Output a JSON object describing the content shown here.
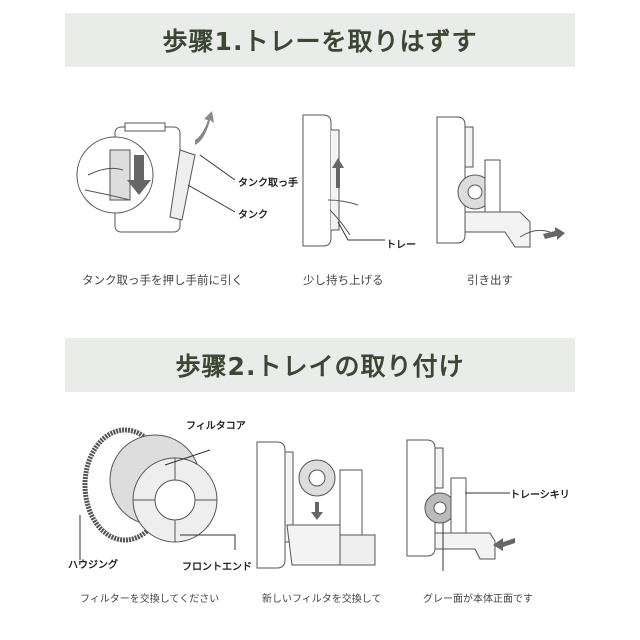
{
  "step1": {
    "title": "歩骤1.トレーを取りはずす",
    "labels": {
      "tank_handle": "タンク取っ手",
      "tank": "タンク",
      "tray": "トレー"
    },
    "captions": [
      "タンク取っ手を押し手前に引く",
      "少し持ち上げる",
      "引き出す"
    ]
  },
  "step2": {
    "title": "歩骤2.トレイの取り付け",
    "labels": {
      "filter_core": "フィルタコア",
      "housing": "ハウジング",
      "front_end": "フロントエンド",
      "tray_divider": "トレーシキリ"
    },
    "captions": [
      "フィルターを交換してください",
      "新しいフィルタを交換して",
      "グレー面が本体正面です"
    ]
  },
  "colors": {
    "band_bg": "#e9ece9",
    "title_text": "#3b4633",
    "arrow": "#555555"
  }
}
